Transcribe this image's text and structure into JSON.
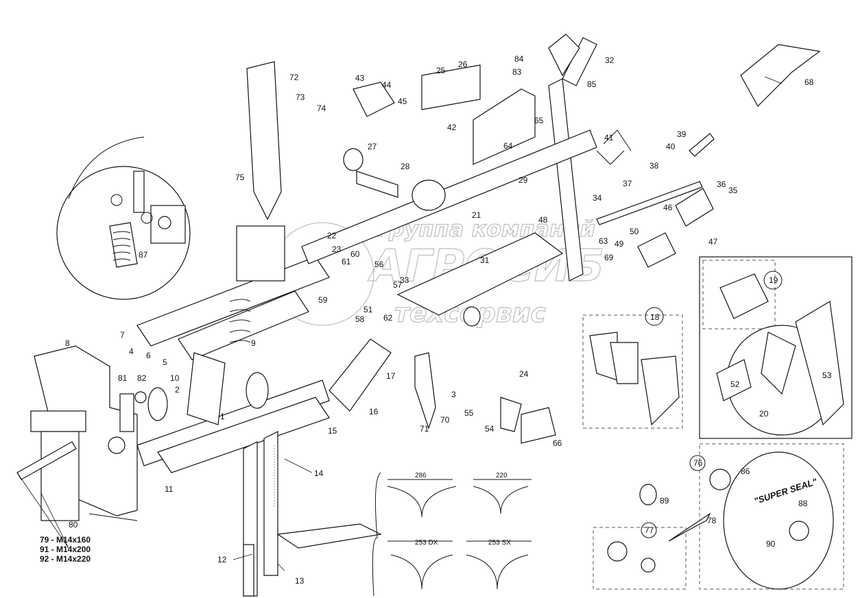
{
  "callouts": [
    "2",
    "3",
    "4",
    "5",
    "6",
    "7",
    "8",
    "9",
    "10",
    "11",
    "12",
    "13",
    "14",
    "15",
    "16",
    "17",
    "18",
    "19",
    "20",
    "21",
    "22",
    "23",
    "24",
    "25",
    "26",
    "27",
    "28",
    "29",
    "31",
    "32",
    "33",
    "34",
    "35",
    "36",
    "37",
    "38",
    "39",
    "40",
    "41",
    "42",
    "43",
    "44",
    "45",
    "46",
    "47",
    "48",
    "49",
    "50",
    "51",
    "52",
    "53",
    "54",
    "55",
    "56",
    "57",
    "58",
    "59",
    "60",
    "61",
    "62",
    "63",
    "64",
    "65",
    "66",
    "68",
    "69",
    "70",
    "71",
    "72",
    "73",
    "74",
    "75",
    "76",
    "77",
    "78",
    "80",
    "81",
    "82",
    "83",
    "84",
    "85",
    "86",
    "87",
    "88",
    "89",
    "90",
    "1"
  ],
  "dimensions": {
    "d1": "286",
    "d2": "220",
    "d3": "253 DX",
    "d4": "253 SX"
  },
  "bolt_legend": {
    "l1": "79 - M14x160",
    "l2": "91 - M14x200",
    "l3": "92 - M14x220"
  },
  "disc_text": "\"SUPER SEAL\"",
  "watermark": {
    "line1": "группа компаний",
    "line2": "АГРОСИБ",
    "line3": "техсервис"
  }
}
